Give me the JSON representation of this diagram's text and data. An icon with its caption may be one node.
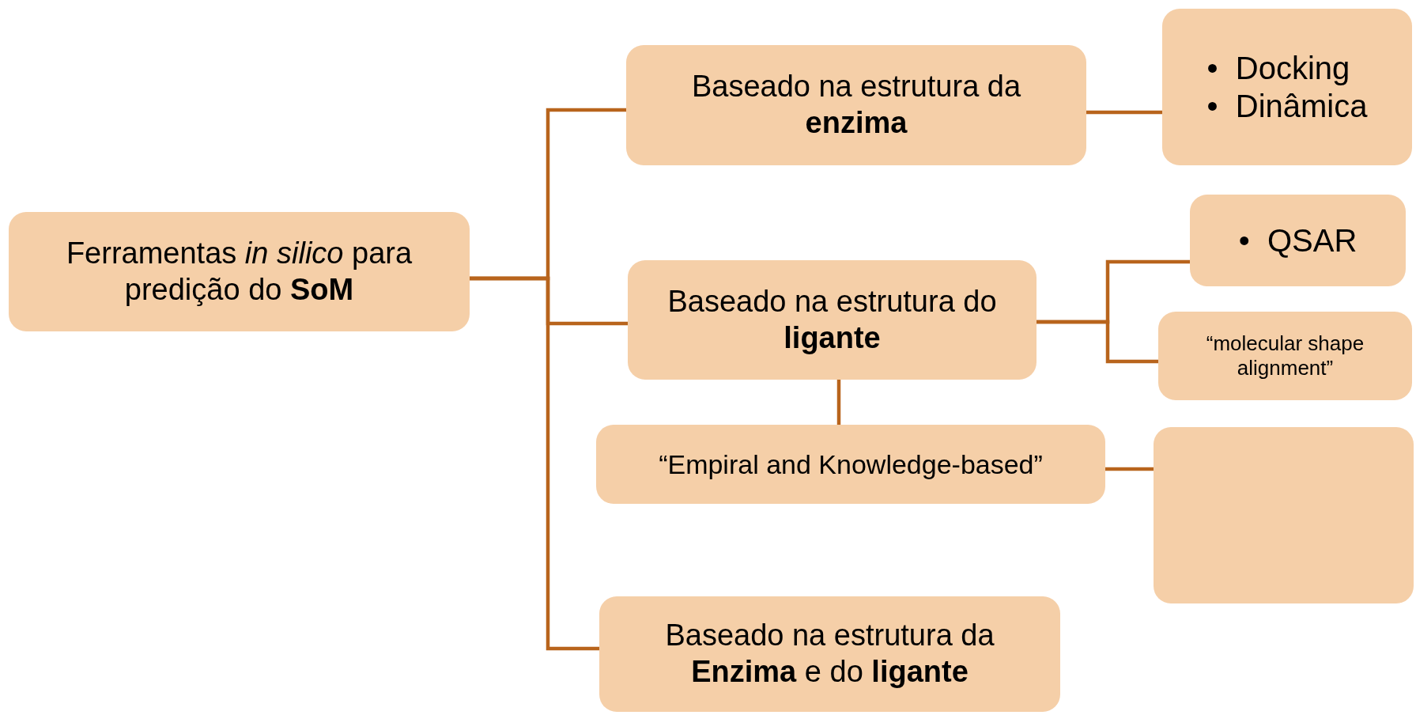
{
  "diagram": {
    "nodes": [
      {
        "text": [
          "Ferramentas *in silico* para predição do **SoM**"
        ]
      },
      {
        "text": [
          "Baseado na estrutura da **enzima**"
        ]
      },
      {
        "text": [
          "•  Docking",
          "•  Dinâmica"
        ]
      },
      {
        "text": [
          "Baseado na estrutura do **ligante**"
        ]
      },
      {
        "text": [
          "•  QSAR"
        ]
      },
      {
        "text": [
          "“molecular shape alignment”"
        ]
      },
      {
        "text": [
          "“Empiral and Knowledge-based”"
        ]
      },
      {
        "text": [],
        "shape": "box"
      },
      {
        "text": [
          "Baseado na estrutura da **Enzima** e do **ligante**"
        ]
      }
    ],
    "edges": [
      {
        "from": 0,
        "to": 1,
        "arrow": "none"
      },
      {
        "from": 0,
        "to": 3,
        "arrow": "none"
      },
      {
        "from": 0,
        "to": 8,
        "arrow": "none"
      },
      {
        "from": 1,
        "to": 2,
        "arrow": "none"
      },
      {
        "from": 3,
        "to": 4,
        "arrow": "none"
      },
      {
        "from": 3,
        "to": 5,
        "arrow": "none"
      },
      {
        "from": 3,
        "to": 6,
        "arrow": "none"
      },
      {
        "from": 6,
        "to": 7,
        "arrow": "none"
      }
    ]
  }
}
